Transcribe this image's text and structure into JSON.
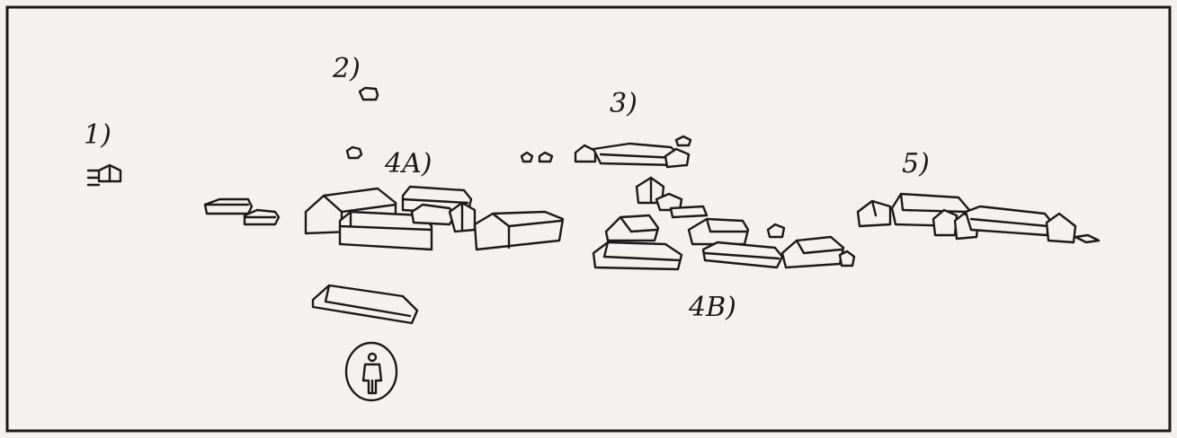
{
  "labels": {
    "group1": "1)",
    "group2": "2)",
    "group3": "3)",
    "group4a": "4A)",
    "group4b": "4B)",
    "group5": "5)"
  },
  "observer_icon": "person-in-circle-icon",
  "colors": {
    "ink": "#1a1a1a",
    "paper": "#f4f2ee"
  }
}
